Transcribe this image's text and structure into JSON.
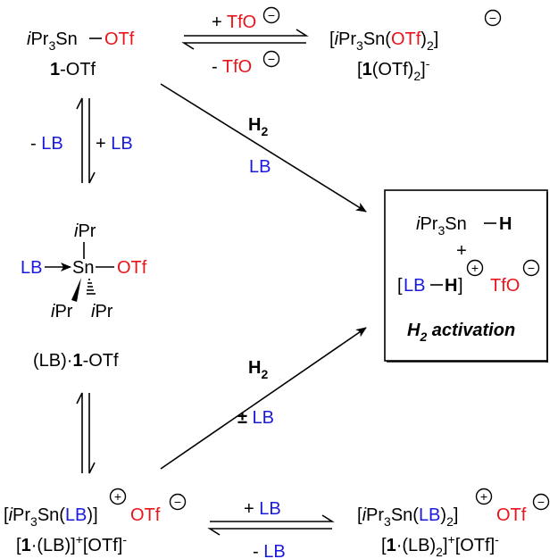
{
  "colors": {
    "red": "#e8141b",
    "blue": "#1a1adc",
    "black": "#000000"
  },
  "c1": {
    "i": "i",
    "pr": "Pr",
    "s3": "3",
    "sn": "Sn",
    "otf": "OTf",
    "num": "1",
    "otf_suffix": "-OTf"
  },
  "c2": {
    "open": "[",
    "i": "i",
    "pr": "Pr",
    "s3": "3",
    "sn": "Sn(",
    "otf": "OTf",
    "close": ")",
    "s2": "2",
    "br": "]",
    "minus": "−",
    "label_open": "[",
    "num": "1",
    "label_rest": "(OTf)",
    "label_s2": "2",
    "label_br": "]",
    "label_minus": "-"
  },
  "eq1": {
    "top_plus": "+ ",
    "top_tfo": "TfO",
    "bot_minus": "- ",
    "bot_tfo": "TfO",
    "minus": "−"
  },
  "eq_lb_vert": {
    "left_minus": "- ",
    "left_lb": "LB",
    "right_plus": "+ ",
    "right_lb": "LB"
  },
  "arrow_top": {
    "h": "H",
    "s2": "2",
    "lb": "LB"
  },
  "arrow_bottom": {
    "h": "H",
    "s2": "2",
    "pm": "± ",
    "lb": "LB"
  },
  "adduct": {
    "ipr_top_i": "i",
    "ipr_top_pr": "Pr",
    "lb": "LB",
    "sn": "Sn",
    "otf": "OTf",
    "ipr_left_i": "i",
    "ipr_left_pr": "Pr",
    "ipr_right_i": "i",
    "ipr_right_pr": "Pr",
    "label_pre": "(LB)·",
    "label_num": "1",
    "label_post": "-OTf"
  },
  "box": {
    "l1_i": "i",
    "l1_pr": "Pr",
    "l1_s3": "3",
    "l1_sn": "Sn",
    "l1_h": "H",
    "plus": "+",
    "l2_open": "[",
    "l2_lb": "LB",
    "l2_h": "H",
    "l2_br": "]",
    "l2_plus": "+",
    "l2_tfo": "TfO",
    "l2_minus": "−",
    "act_h": "H",
    "act_s2": "2",
    "act_rest": " activation"
  },
  "c3": {
    "open": "[",
    "i": "i",
    "pr": "Pr",
    "s3": "3",
    "sn": "Sn(",
    "lb": "LB",
    "close": ")]",
    "plus": "+",
    "otf": "OTf",
    "minus": "−",
    "label_open": "[",
    "num": "1",
    "label_mid": "·(LB)]",
    "label_sup": "+",
    "label_rest": "[OTf]",
    "label_minus": "-"
  },
  "eq_lb_horiz": {
    "top_plus": "+ ",
    "top_lb": "LB",
    "bot_minus": "- ",
    "bot_lb": "LB"
  },
  "c4": {
    "open": "[",
    "i": "i",
    "pr": "Pr",
    "s3": "3",
    "sn": "Sn(",
    "lb": "LB",
    "close": ")",
    "s2": "2",
    "br": "]",
    "plus": "+",
    "otf": "OTf",
    "minus": "−",
    "label_open": "[",
    "num": "1",
    "label_mid": "·(LB)",
    "label_s2": "2",
    "label_br": "]",
    "label_sup": "+",
    "label_rest": "[OTf]",
    "label_minus": "-"
  }
}
